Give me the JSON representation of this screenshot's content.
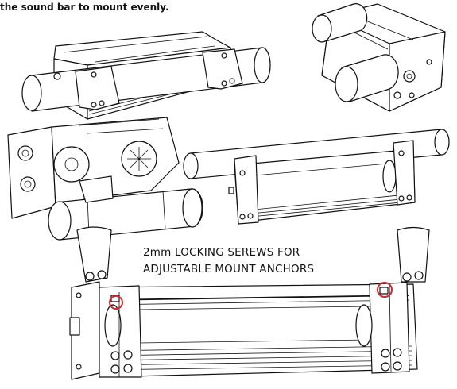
{
  "text": {
    "top_caption": "the sound bar to mount evenly.",
    "callout_line1": "2mm LOCKING SEREWS FOR",
    "callout_line2": "ADJUSTABLE MOUNT ANCHORS"
  },
  "colors": {
    "line": "#111111",
    "highlight": "#d6262b",
    "background": "#ffffff"
  }
}
